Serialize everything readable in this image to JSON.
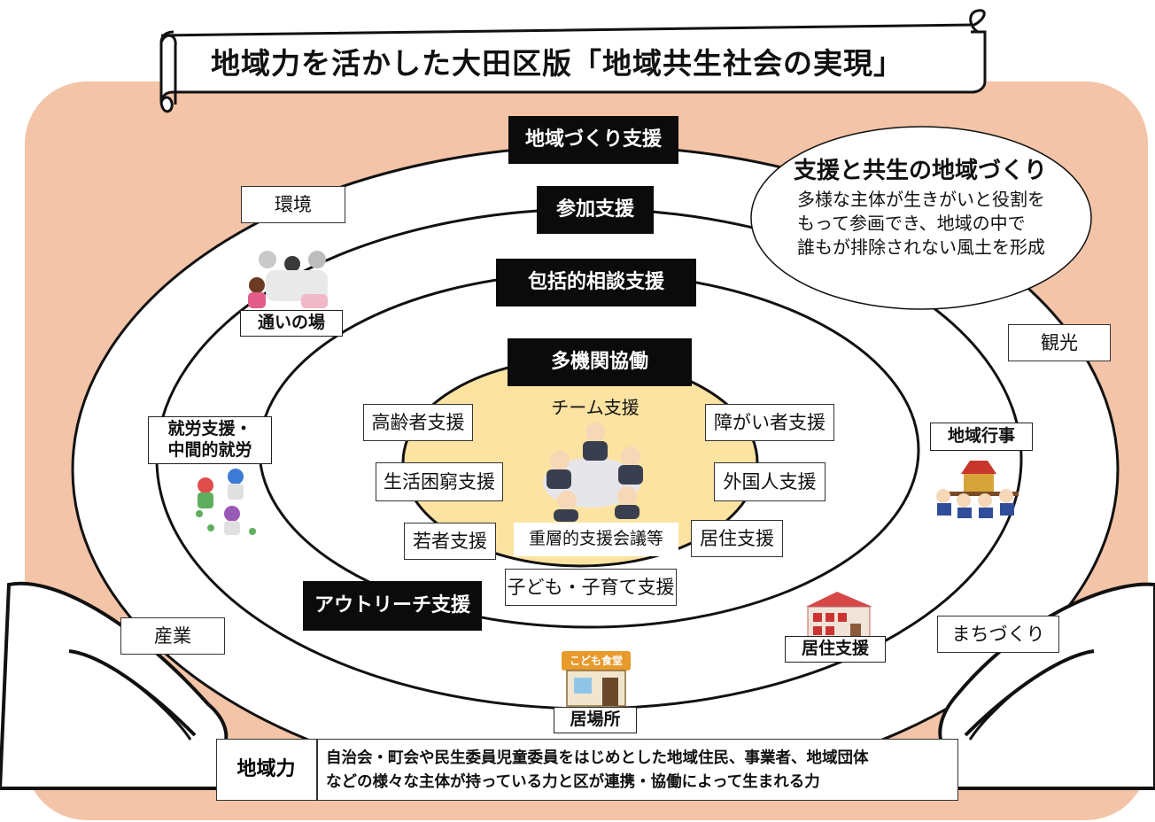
{
  "title": "地域力を活かした大田区版「地域共生社会の実現」",
  "rings": {
    "outer": "地域づくり支援",
    "middle": "参加支援",
    "inner": "包括的相談支援",
    "core": "多機関協働",
    "outreach": "アウトリーチ支援"
  },
  "bubble": {
    "title": "支援と共生の地域づくり",
    "lines": [
      "多様な主体が生きがいと役割を",
      "もって参画でき、地域の中で",
      "誰もが排除されない風土を形成"
    ]
  },
  "outer_labels": {
    "environment": "環境",
    "tourism": "観光",
    "industry": "産業",
    "town": "まちづくり"
  },
  "places": {
    "gathering": "通いの場",
    "employment": "就労支援・\n中間的就労",
    "events": "地域行事",
    "housing": "居住支援",
    "ibasho": "居場所"
  },
  "core": {
    "team": "チーム支援",
    "meeting": "重層的支援会議等",
    "left": [
      "高齢者支援",
      "生活困窮支援",
      "若者支援"
    ],
    "right": [
      "障がい者支援",
      "外国人支援",
      "居住支援"
    ],
    "bottom": "子ども・子育て支援"
  },
  "signs": {
    "kodomo_shokudo": "こども食堂"
  },
  "footer": {
    "label": "地域力",
    "lines": [
      "自治会・町会や民生委員児童委員をはじめとした地域住民、事業者、地域団体",
      "などの様々な主体が持っている力と区が連携・協働によって生まれる力"
    ]
  },
  "colors": {
    "background_panel": "#f3c4a7",
    "core_fill": "#fce3a2",
    "label_black": "#0b0b0b"
  }
}
